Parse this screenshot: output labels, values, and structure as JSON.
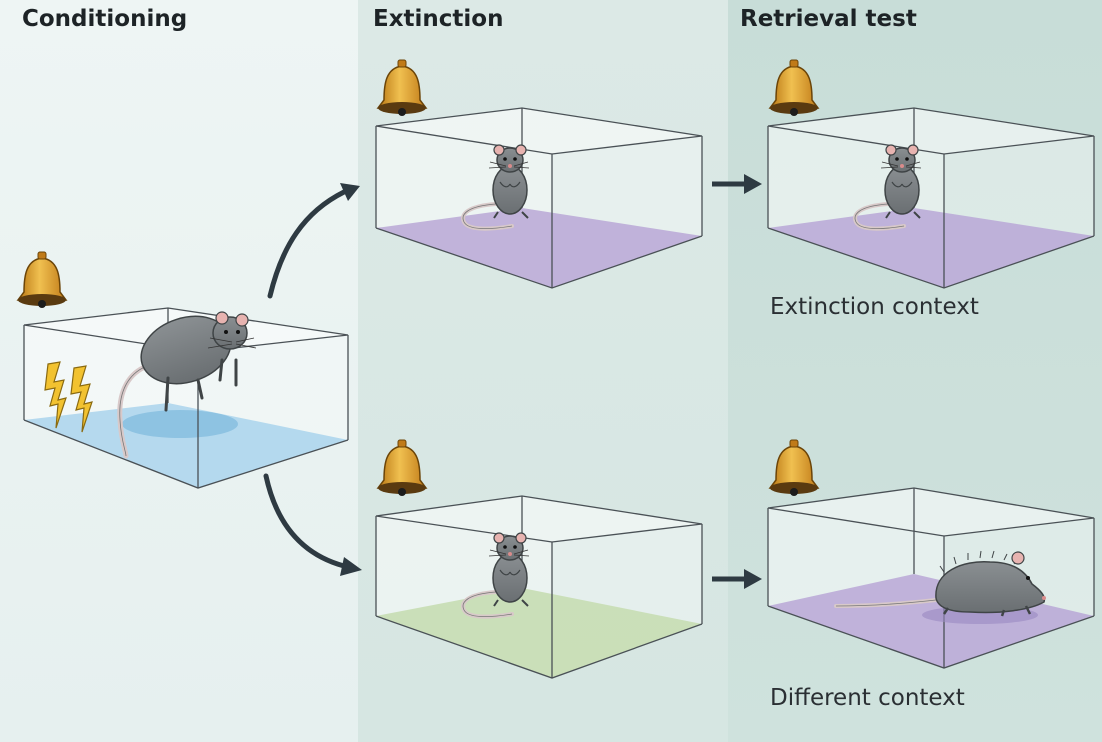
{
  "headings": {
    "conditioning": "Conditioning",
    "extinction": "Extinction",
    "retrieval_test": "Retrieval test"
  },
  "captions": {
    "extinction_context": "Extinction context",
    "different_context": "Different context"
  },
  "icons": {
    "bell": "bell-icon",
    "shock": "lightning-bolt-icon",
    "arrow": "arrow-icon",
    "rat": "rat-illustration"
  },
  "colors": {
    "conditioning_floor": "#a9d4ec",
    "extinction_floor": "#b9a7d6",
    "different_floor": "#c6ddb2",
    "bell": "#e0a033",
    "shock": "#f2c230",
    "arrow": "#2e3a42",
    "rat": "#7a7f82"
  }
}
